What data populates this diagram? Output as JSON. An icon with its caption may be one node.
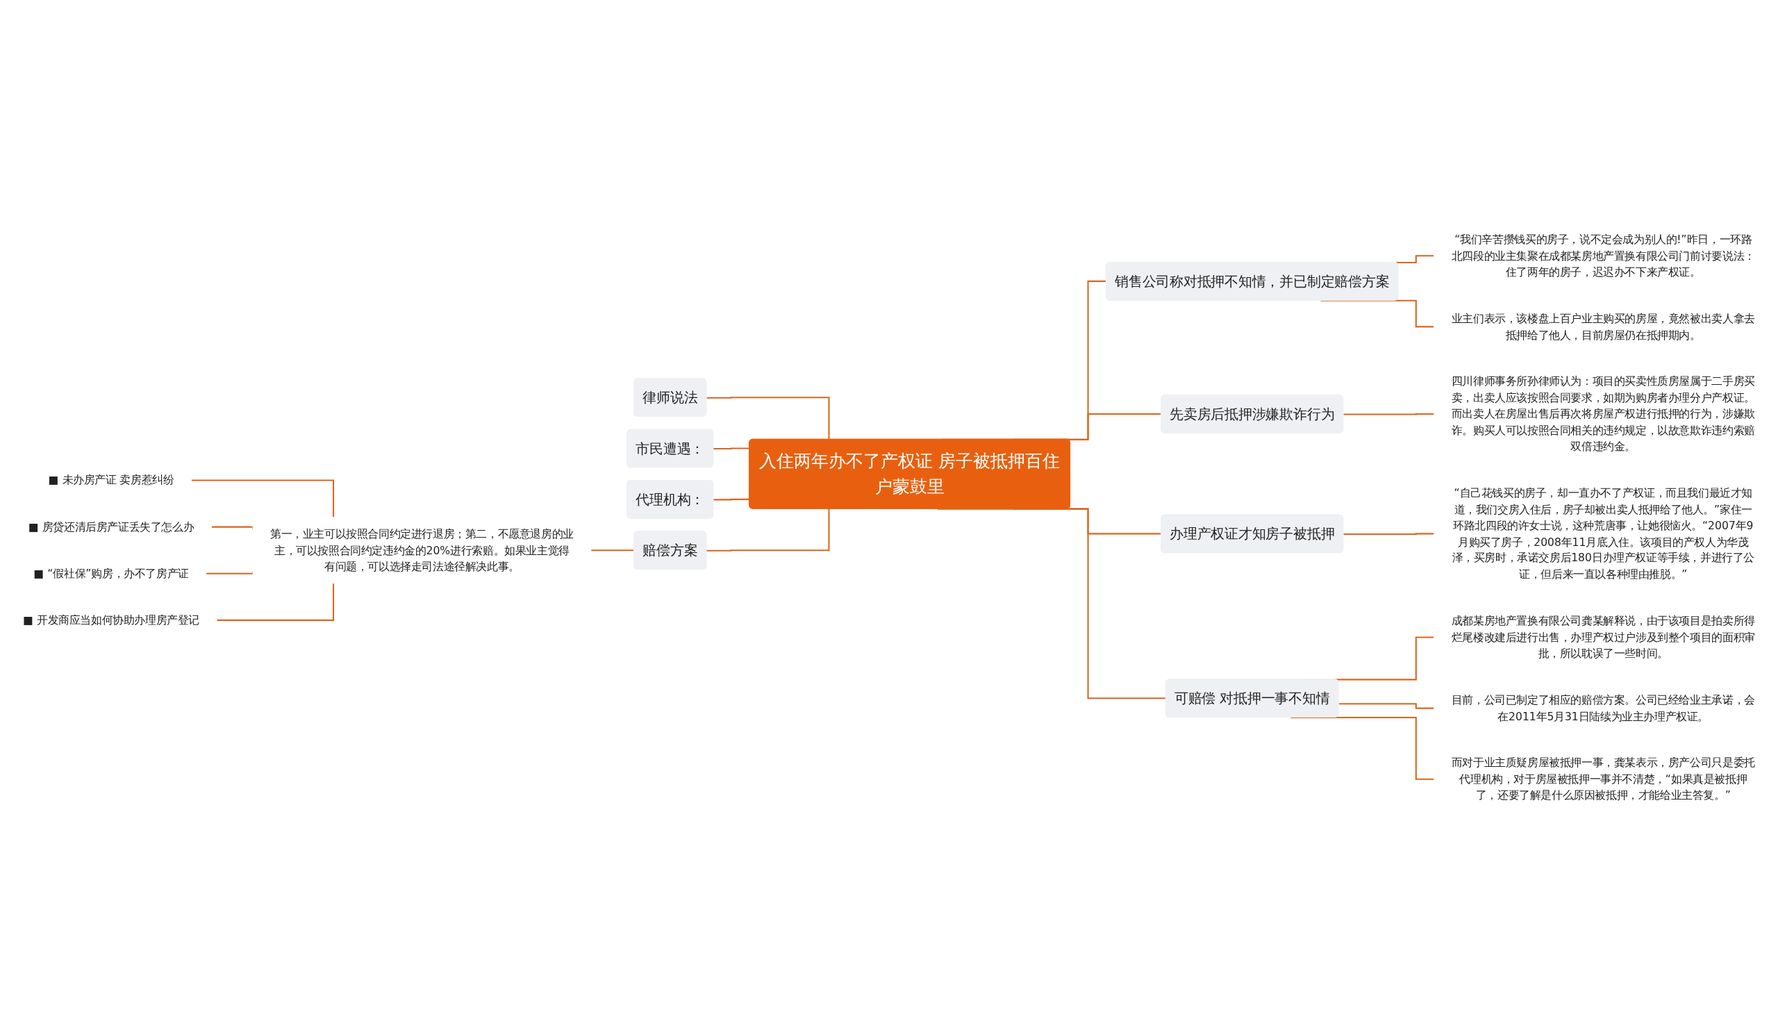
{
  "diagram": {
    "nodes": [
      {
        "text": [
          "入住两年办不了产权证 房子被抵押百住户蒙鼓里"
        ]
      },
      {
        "text": [
          "律师说法"
        ]
      },
      {
        "text": [
          "市民遭遇："
        ]
      },
      {
        "text": [
          "代理机构："
        ]
      },
      {
        "text": [
          "赔偿方案"
        ]
      },
      {
        "text": [
          "第一，业主可以按照合同约定进行退房；第二，不愿意退房的业主，可以按照合同约定违约金的20%进行索赔。如果业主觉得有问题，可以选择走司法途径解决此事。"
        ]
      },
      {
        "text": [
          "■ 未办房产证 卖房惹纠纷"
        ]
      },
      {
        "text": [
          "■ 房贷还清后房产证丢失了怎么办"
        ]
      },
      {
        "text": [
          "■ “假社保”购房，办不了房产证"
        ]
      },
      {
        "text": [
          "■ 开发商应当如何协助办理房产登记"
        ]
      },
      {
        "text": [
          "销售公司称对抵押不知情，并已制定赔偿方案"
        ]
      },
      {
        "text": [
          "“我们辛苦攒钱买的房子，说不定会成为别人的!”昨日，一环路北四段的业主集聚在成都某房地产置换有限公司门前讨要说法：住了两年的房子，迟迟办不下来产权证。"
        ]
      },
      {
        "text": [
          "业主们表示，该楼盘上百户业主购买的房屋，竟然被出卖人拿去抵押给了他人，目前房屋仍在抵押期内。"
        ]
      },
      {
        "text": [
          "先卖房后抵押涉嫌欺诈行为"
        ]
      },
      {
        "text": [
          "四川律师事务所孙律师认为：项目的买卖性质房屋属于二手房买卖，出卖人应该按照合同要求，如期为购房者办理分户产权证。而出卖人在房屋出售后再次将房屋产权进行抵押的行为，涉嫌欺诈。购买人可以按照合同相关的违约规定，以故意欺诈违约索赔双倍违约金。"
        ]
      },
      {
        "text": [
          "办理产权证才知房子被抵押"
        ]
      },
      {
        "text": [
          "“自己花钱买的房子，却一直办不了产权证，而且我们最近才知道，我们交房入住后，房子却被出卖人抵押给了他人。”家住一环路北四段的许女士说，这种荒唐事，让她很恼火。“2007年9月购买了房子，2008年11月底入住。该项目的产权人为华茂泽，买房时，承诺交房后180日办理产权证等手续，并进行了公证，但后来一直以各种理由推脱。”"
        ]
      },
      {
        "text": [
          "可赔偿 对抵押一事不知情"
        ]
      },
      {
        "text": [
          "成都某房地产置换有限公司龚某解释说，由于该项目是拍卖所得烂尾楼改建后进行出售，办理产权过户涉及到整个项目的面积审批，所以耽误了一些时间。"
        ]
      },
      {
        "text": [
          "目前，公司已制定了相应的赔偿方案。公司已经给业主承诺，会在2011年5月31日陆续为业主办理产权证。"
        ]
      },
      {
        "text": [
          "而对于业主质疑房屋被抵押一事，龚某表示，房产公司只是委托代理机构，对于房屋被抵押一事并不清楚，“如果真是被抵押了，还要了解是什么原因被抵押，才能给业主答复。”"
        ]
      }
    ],
    "edges": [
      {
        "from": 0,
        "to": 1,
        "arrow": "none"
      },
      {
        "from": 0,
        "to": 2,
        "arrow": "none"
      },
      {
        "from": 0,
        "to": 3,
        "arrow": "none"
      },
      {
        "from": 0,
        "to": 4,
        "arrow": "none"
      },
      {
        "from": 4,
        "to": 5,
        "arrow": "none"
      },
      {
        "from": 5,
        "to": 6,
        "arrow": "none"
      },
      {
        "from": 5,
        "to": 7,
        "arrow": "none"
      },
      {
        "from": 5,
        "to": 8,
        "arrow": "none"
      },
      {
        "from": 5,
        "to": 9,
        "arrow": "none"
      },
      {
        "from": 0,
        "to": 10,
        "arrow": "none"
      },
      {
        "from": 10,
        "to": 11,
        "arrow": "none"
      },
      {
        "from": 10,
        "to": 12,
        "arrow": "none"
      },
      {
        "from": 0,
        "to": 13,
        "arrow": "none"
      },
      {
        "from": 13,
        "to": 14,
        "arrow": "none"
      },
      {
        "from": 0,
        "to": 15,
        "arrow": "none"
      },
      {
        "from": 15,
        "to": 16,
        "arrow": "none"
      },
      {
        "from": 0,
        "to": 17,
        "arrow": "none"
      },
      {
        "from": 17,
        "to": 18,
        "arrow": "none"
      },
      {
        "from": 17,
        "to": 19,
        "arrow": "none"
      },
      {
        "from": 17,
        "to": 20,
        "arrow": "none"
      }
    ]
  }
}
